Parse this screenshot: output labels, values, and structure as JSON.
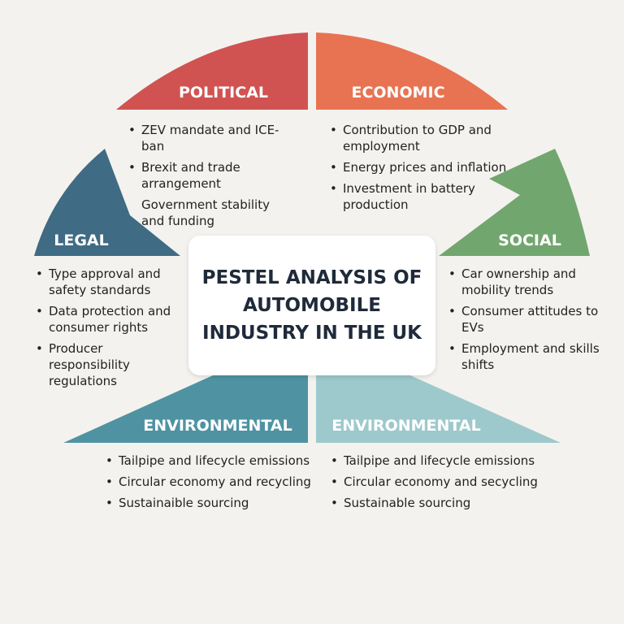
{
  "title": "PESTEL ANALYSIS OF AUTOMOBILE INDUSTRY IN THE UK",
  "colors": {
    "political": "#d05352",
    "economic": "#e87352",
    "social": "#72a66f",
    "legal": "#3f6b84",
    "environmental_left": "#4f93a3",
    "environmental_right": "#9dc9cc",
    "background": "#f4f2ee"
  },
  "segments": [
    {
      "key": "political",
      "label": "POLITICAL",
      "items": [
        {
          "text": "ZEV mandate and ICE-ban",
          "bullet": true
        },
        {
          "text": "Brexit and trade arrangement",
          "bullet": true
        },
        {
          "text": "Government stability and funding",
          "bullet": false
        }
      ]
    },
    {
      "key": "economic",
      "label": "ECONOMIC",
      "items": [
        {
          "text": "Contribution to GDP and employment",
          "bullet": true
        },
        {
          "text": "Energy prices and inflation",
          "bullet": true
        },
        {
          "text": "Investment in battery production",
          "bullet": true
        }
      ]
    },
    {
      "key": "legal",
      "label": "LEGAL",
      "items": [
        {
          "text": "Type approval and safety standards",
          "bullet": true
        },
        {
          "text": "Data protection and consumer rights",
          "bullet": true
        },
        {
          "text": "Producer responsibility regulations",
          "bullet": true
        }
      ]
    },
    {
      "key": "social",
      "label": "SOCIAL",
      "items": [
        {
          "text": "Car ownership and mobility trends",
          "bullet": true
        },
        {
          "text": "Consumer attitudes to EVs",
          "bullet": true
        },
        {
          "text": "Employment and skills shifts",
          "bullet": true
        }
      ]
    },
    {
      "key": "environmental_left",
      "label": "ENVIRONMENTAL",
      "items": [
        {
          "text": "Tailpipe and lifecycle emissions",
          "bullet": true
        },
        {
          "text": "Circular economy and recycling",
          "bullet": true
        },
        {
          "text": "Sustainaible sourcing",
          "bullet": true
        }
      ]
    },
    {
      "key": "environmental_right",
      "label": "ENVIRONMENTAL",
      "items": [
        {
          "text": "Tailpipe and lifecycle emissions",
          "bullet": true
        },
        {
          "text": "Circular economy and secycling",
          "bullet": true
        },
        {
          "text": "Sustainable sourcing",
          "bullet": true
        }
      ]
    }
  ]
}
